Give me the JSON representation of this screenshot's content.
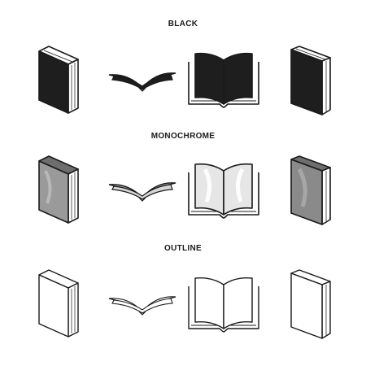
{
  "sections": [
    {
      "title": "BLACK",
      "style": "black",
      "icons": [
        "closed-book-icon",
        "flying-book-icon",
        "open-book-icon",
        "closed-book-front-icon"
      ]
    },
    {
      "title": "MONOCHROME",
      "style": "monochrome",
      "icons": [
        "closed-book-icon",
        "flying-book-icon",
        "open-book-icon",
        "closed-book-front-icon"
      ]
    },
    {
      "title": "OUTLINE",
      "style": "outline",
      "icons": [
        "closed-book-icon",
        "flying-book-icon",
        "open-book-icon",
        "closed-book-front-icon"
      ]
    }
  ],
  "colors": {
    "background": "#ffffff",
    "ink": "#1a1a1a",
    "black_fill": "#1e1e1e",
    "mono_light": "#d6d6d6",
    "mono_mid": "#9a9a9a",
    "mono_dark": "#6e6e6e",
    "outline_fill": "#ffffff"
  }
}
